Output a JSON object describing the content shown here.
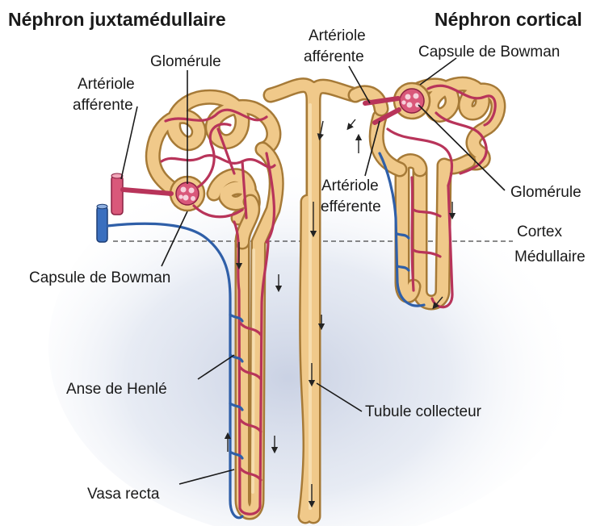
{
  "titles": {
    "left": "Néphron juxtamédullaire",
    "right": "Néphron cortical"
  },
  "labels": {
    "arteriole_afferente_left_1": "Artériole",
    "arteriole_afferente_left_2": "afférente",
    "glomerule_left": "Glomérule",
    "capsule_bowman_left": "Capsule de Bowman",
    "anse_henle": "Anse de Henlé",
    "vasa_recta": "Vasa recta",
    "arteriole_afferente_center_1": "Artériole",
    "arteriole_afferente_center_2": "afférente",
    "capsule_bowman_right": "Capsule de Bowman",
    "arteriole_efferente_1": "Artériole",
    "arteriole_efferente_2": "efférente",
    "glomerule_right": "Glomérule",
    "cortex": "Cortex",
    "medullaire": "Médullaire",
    "tubule_collecteur": "Tubule collecteur"
  },
  "colors": {
    "tubule": "#f0c98a",
    "tubule_outline": "#a67a37",
    "arteriole": "#b8345a",
    "venule": "#2f5fa8",
    "background_shadow": "#c7cfe2"
  }
}
